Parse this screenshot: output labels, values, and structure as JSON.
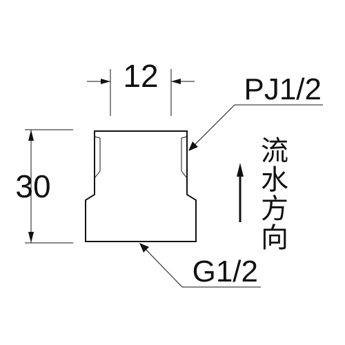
{
  "dimensions": {
    "width_value": "12",
    "height_value": "30"
  },
  "labels": {
    "top_thread": "PJ1/2",
    "bottom_thread": "G1/2"
  },
  "flow_direction": {
    "characters": [
      "流",
      "水",
      "方",
      "向"
    ]
  }
}
